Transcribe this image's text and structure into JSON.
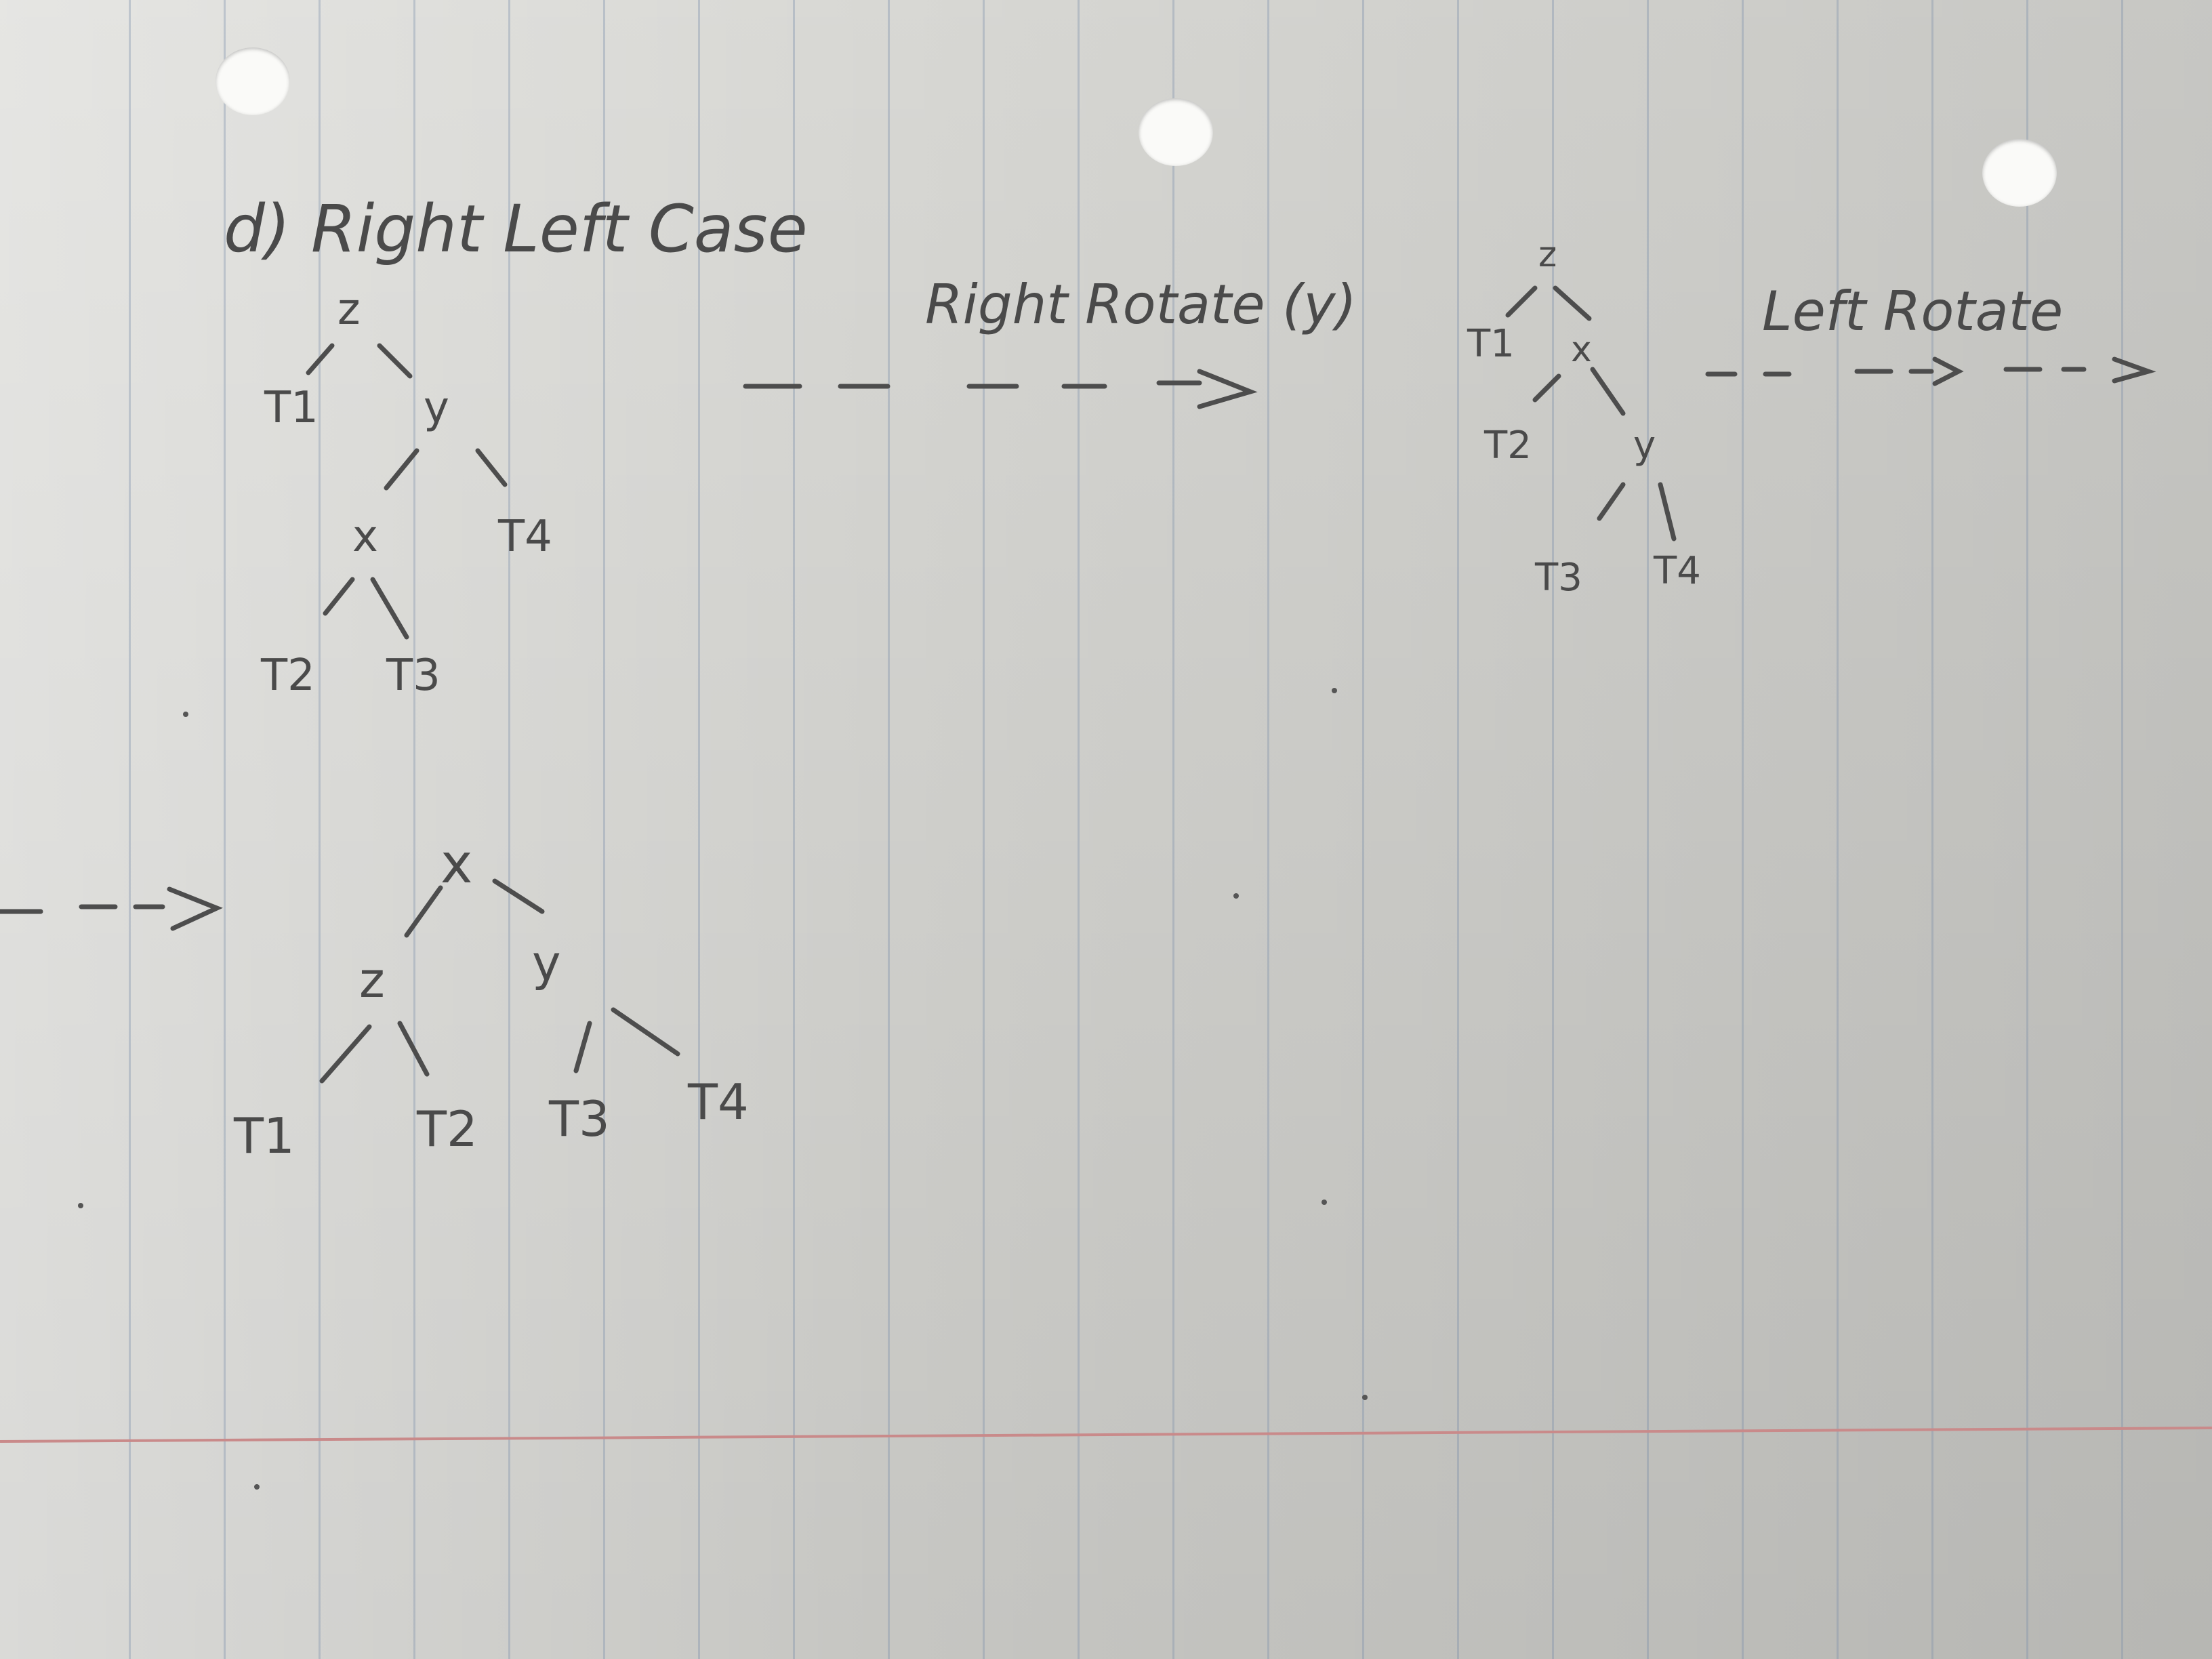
{
  "heading": "d) Right Left Case",
  "step1_label": "Right Rotate (y)",
  "step2_label": "Left Rotate",
  "tree_initial": {
    "root": "z",
    "n_y": "y",
    "n_x": "x",
    "t1": "T1",
    "t2": "T2",
    "t3": "T3",
    "t4": "T4"
  },
  "tree_after_right": {
    "root": "z",
    "n_x": "x",
    "n_y": "y",
    "t1": "T1",
    "t2": "T2",
    "t3": "T3",
    "t4": "T4"
  },
  "tree_final": {
    "root": "x",
    "n_z": "z",
    "n_y": "y",
    "t1": "T1",
    "t2": "T2",
    "t3": "T3",
    "t4": "T4"
  },
  "colors": {
    "ink": "#4d4d4d",
    "paper": "#dcdcd8",
    "rule": "#8a9cb5",
    "margin": "#c98a8a"
  }
}
